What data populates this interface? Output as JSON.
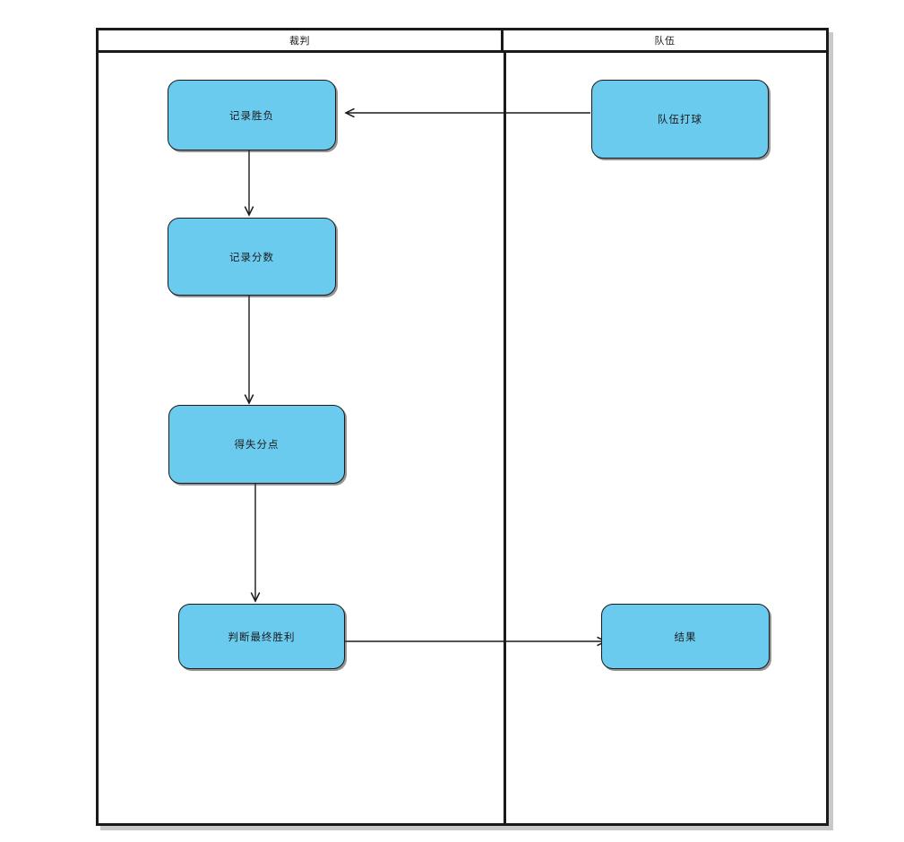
{
  "diagram": {
    "type": "swimlane-flowchart",
    "title": "",
    "colors": {
      "node_fill": "#6BCBEF",
      "node_stroke": "#1a1a1a",
      "frame_stroke": "#1a1a1a",
      "page_background": "#ffffff",
      "frame_shadow": "#c9c9c9"
    },
    "lanes": [
      {
        "id": "lane-referee",
        "label": "裁判"
      },
      {
        "id": "lane-team",
        "label": "队伍"
      }
    ],
    "nodes": [
      {
        "id": "n1",
        "label": "记录胜负",
        "lane": "lane-referee",
        "shape": "rounded-rectangle"
      },
      {
        "id": "n2",
        "label": "记录分数",
        "lane": "lane-referee",
        "shape": "rounded-rectangle"
      },
      {
        "id": "n3",
        "label": "得失分点",
        "lane": "lane-referee",
        "shape": "rounded-rectangle"
      },
      {
        "id": "n4",
        "label": "判断最终胜利",
        "lane": "lane-referee",
        "shape": "rounded-rectangle"
      },
      {
        "id": "n5",
        "label": "队伍打球",
        "lane": "lane-team",
        "shape": "rounded-rectangle"
      },
      {
        "id": "n6",
        "label": "结果",
        "lane": "lane-team",
        "shape": "rounded-rectangle"
      }
    ],
    "edges": [
      {
        "id": "e1",
        "from": "n5",
        "to": "n1",
        "label": "",
        "direction": "right-to-left"
      },
      {
        "id": "e2",
        "from": "n1",
        "to": "n2",
        "label": "",
        "direction": "top-to-bottom"
      },
      {
        "id": "e3",
        "from": "n2",
        "to": "n3",
        "label": "",
        "direction": "top-to-bottom"
      },
      {
        "id": "e4",
        "from": "n3",
        "to": "n4",
        "label": "",
        "direction": "top-to-bottom"
      },
      {
        "id": "e5",
        "from": "n4",
        "to": "n6",
        "label": "",
        "direction": "left-to-right"
      }
    ]
  }
}
